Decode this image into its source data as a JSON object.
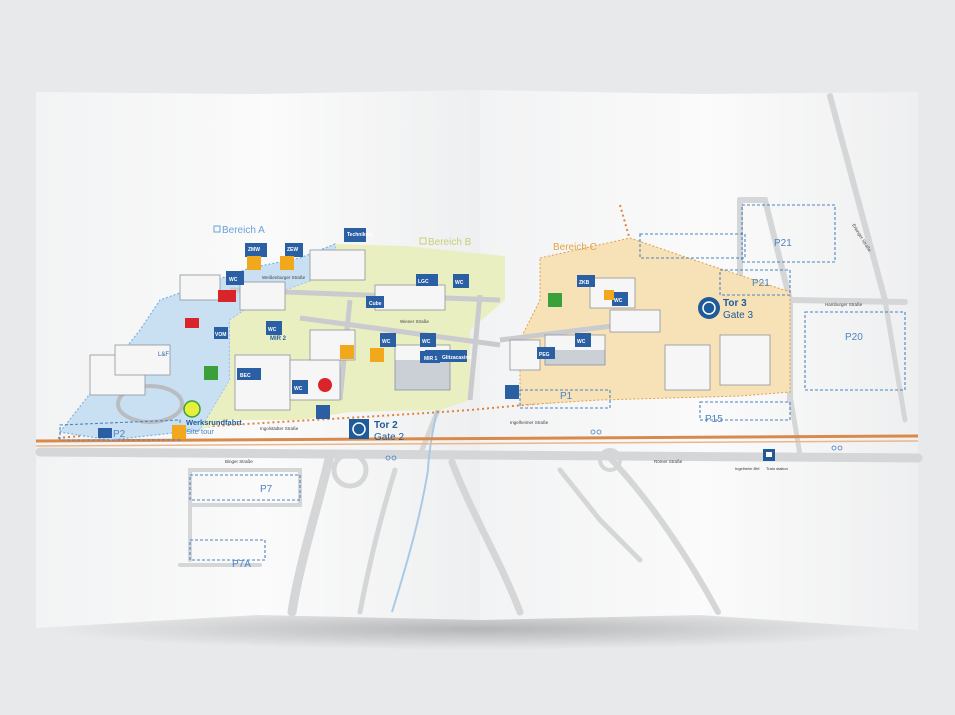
{
  "areas": {
    "a": "Bereich A",
    "b": "Bereich B",
    "c": "Bereich C"
  },
  "gates": {
    "gate2_line1": "Tor 2",
    "gate2_line2": "Gate 2",
    "gate3_line1": "Tor 3",
    "gate3_line2": "Gate 3"
  },
  "parking": {
    "p1": "P1",
    "p2": "P2",
    "p7": "P7",
    "p7a": "P7A",
    "p15": "P15",
    "p20": "P20",
    "p21_top": "P21",
    "p21_mid": "P21"
  },
  "streets": {
    "weissenburger": "Weißenburger Straße",
    "wiener": "Wiener Straße",
    "ingolstaedter": "Ingolstädter Straße",
    "binger": "Binger Straße",
    "roemer": "Römer Straße",
    "hamburger": "Hamburger Straße",
    "erlanger": "Erlanger Straße",
    "ingelheimer": "Ingelheimer Straße"
  },
  "buildings": {
    "zmw": "ZMW",
    "zew": "ZEW",
    "lgc": "LGC",
    "cube": "Cube",
    "mir1": "MIR 1",
    "mir2": "MIR 2",
    "bec": "BEC",
    "peg": "PEG",
    "zkb": "ZKB",
    "vom": "VOM",
    "lsf": "L&F",
    "technikum": "Technikum",
    "glitzacasino": "Glitzacasino"
  },
  "labels": {
    "werksrundfahrt": "Werksrundfahrt",
    "site_tour": "Site tour",
    "wc": "WC",
    "bahnhof": "Ingelheim Bhf",
    "train_station": "Train station"
  },
  "colors": {
    "area_a": "#c9dff2",
    "area_b": "#eaefc2",
    "area_c": "#f7e2b8",
    "brand_blue": "#1f5a99",
    "rail_orange": "#d98a4a",
    "road": "#d4d6d8"
  }
}
